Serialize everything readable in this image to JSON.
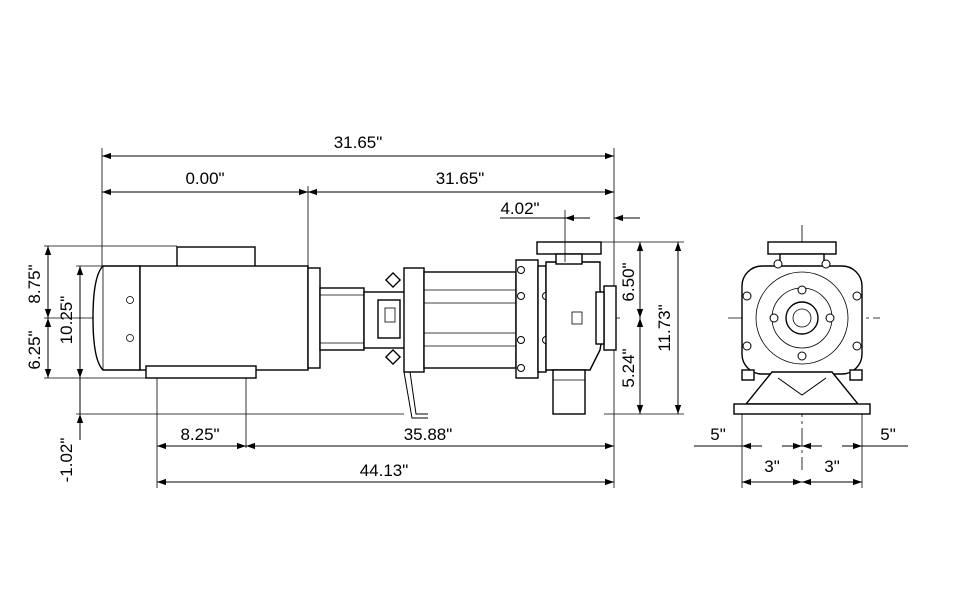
{
  "dimensions": {
    "top_overall": "31.65\"",
    "top_left": "0.00\"",
    "top_right": "31.65\"",
    "flange_offset": "4.02\"",
    "left_8_75": "8.75\"",
    "left_10_25": "10.25\"",
    "left_6_25": "6.25\"",
    "left_neg_1_02": "-1.02\"",
    "right_6_50": "6.50\"",
    "right_5_24": "5.24\"",
    "right_11_73": "11.73\"",
    "bottom_8_25": "8.25\"",
    "bottom_35_88": "35.88\"",
    "bottom_44_13": "44.13\"",
    "end_left_5": "5\"",
    "end_right_5": "5\"",
    "end_left_3": "3\"",
    "end_right_3": "3\""
  }
}
